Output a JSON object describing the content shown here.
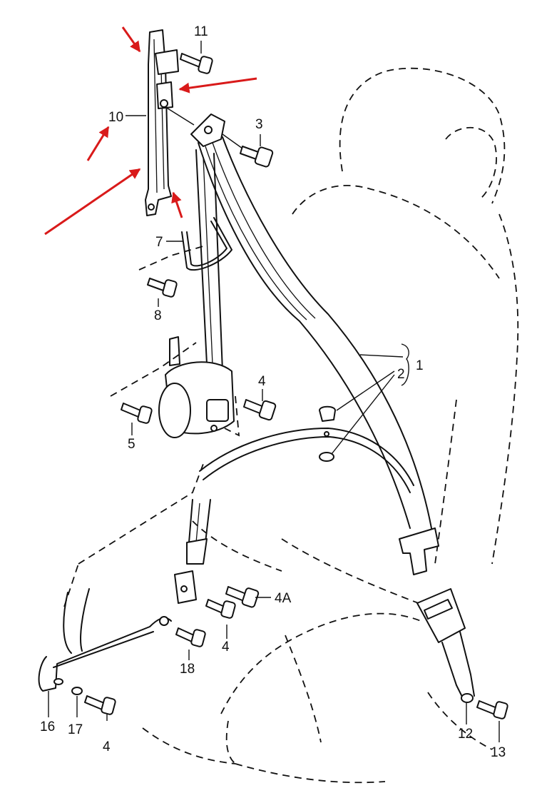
{
  "callouts": {
    "c1": "1",
    "c2": "2",
    "c3": "3",
    "c4_retractor": "4",
    "c4a": "4A",
    "c4_lower": "4",
    "c4_bottom": "4",
    "c5": "5",
    "c7": "7",
    "c8": "8",
    "c10": "10",
    "c11": "11",
    "c12": "12",
    "c13": "13",
    "c16": "16",
    "c17": "17",
    "c18": "18"
  },
  "highlight_color": "#d91a1a",
  "line_color": "#111111"
}
